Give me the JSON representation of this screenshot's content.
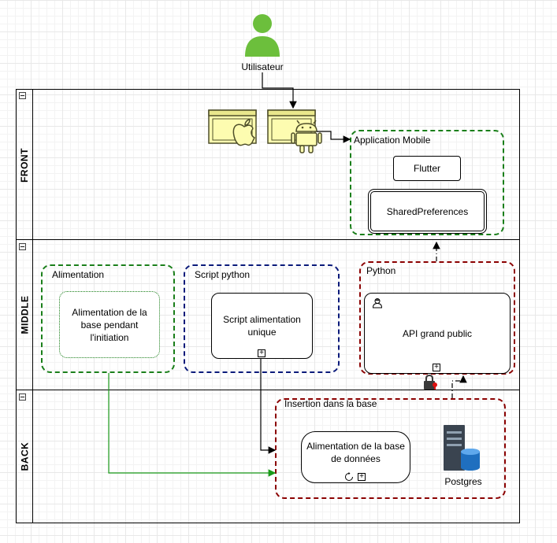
{
  "user": {
    "label": "Utilisateur",
    "icon": "user-icon"
  },
  "lanes": [
    {
      "key": "front",
      "label": "FRONT"
    },
    {
      "key": "middle",
      "label": "MIDDLE"
    },
    {
      "key": "back",
      "label": "BACK"
    }
  ],
  "front": {
    "ios_icon": "apple-browser-icon",
    "android_icon": "android-browser-icon",
    "group": {
      "label": "Application Mobile",
      "flutter": "Flutter",
      "shared_prefs": "SharedPreferences"
    }
  },
  "middle": {
    "alimentation": {
      "label": "Alimentation",
      "node": "Alimentation de la base pendant l'initiation"
    },
    "script": {
      "label": "Script python",
      "node": "Script alimentation unique"
    },
    "python": {
      "label": "Python",
      "node": "API grand public"
    }
  },
  "back": {
    "group": {
      "label": "Insertion dans la base",
      "node": "Alimentation de la base de données"
    },
    "db": {
      "label": "Postgres",
      "icon": "database-server-icon"
    }
  },
  "colors": {
    "green": "#1a7f1a",
    "navy": "#0a1a7a",
    "darkred": "#8b0000",
    "user_green": "#6cbf3c",
    "window_yellow": "#fdfcb0"
  }
}
